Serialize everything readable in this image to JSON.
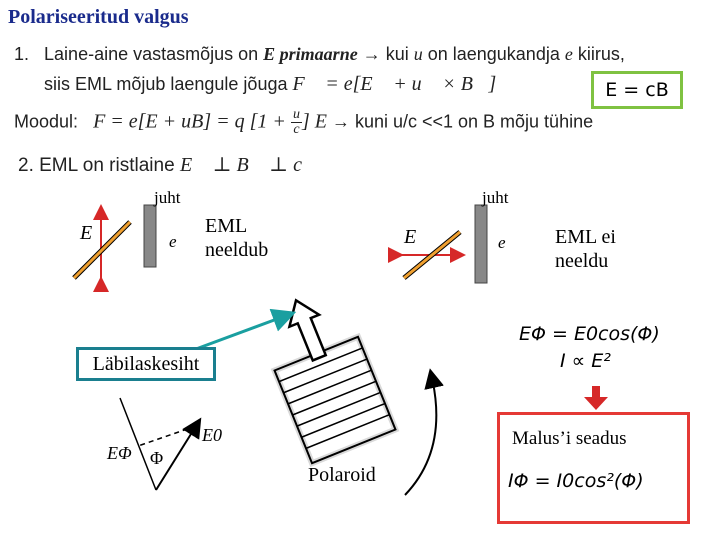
{
  "title": "Polariseeritud valgus",
  "item1": {
    "number": "1.",
    "text_a": "Laine-aine vastasmõjus on ",
    "E_primary": "E primaarne",
    "text_b": " → kui ",
    "u": "u",
    "text_c": " on laengukandja ",
    "e": "e",
    "text_d": " kiirus,",
    "line2_a": "siis EML mõjub laengule jõuga ",
    "force_eq": "F⃗ = e[E⃗ + u⃗ × B⃗]",
    "modul_label": "Moodul:",
    "modul_eq_a": "F = e[E + uB] = q [1 + ",
    "frac_num": "u",
    "frac_den": "c",
    "modul_eq_b": "] E",
    "modul_tail_a": " → kuni u/c <<1 on B mõju tühine"
  },
  "green_box": "E = cB",
  "item2": {
    "text": "2. EML on ristlaine ",
    "eq": "E⃗ ⊥ B⃗ ⊥ c⃗"
  },
  "left_diagram": {
    "juht": "juht",
    "E": "E",
    "e": "e",
    "result_line1": "EML",
    "result_line2": "neeldub"
  },
  "right_diagram": {
    "juht": "juht",
    "E": "E",
    "e": "e",
    "result_line1": "EML ei",
    "result_line2": "neeldu"
  },
  "transmission_axis": "Läbilaskesiht",
  "angle_diagram": {
    "E_phi": "EΦ",
    "E0": "E0",
    "phi": "Φ"
  },
  "polaroid": "Polaroid",
  "formula1": "EΦ = E0cos(Φ)",
  "formula2": "I ∝ E²",
  "malus": "Malus’i seadus",
  "malus_formula": "IΦ = I0cos²(Φ)",
  "colors": {
    "title": "#1a2b8c",
    "green_box": "#7fc241",
    "red_box": "#e53935",
    "teal": "#1a7f8f",
    "orange_line": "#f0a030",
    "red_arrow": "#d62828"
  }
}
